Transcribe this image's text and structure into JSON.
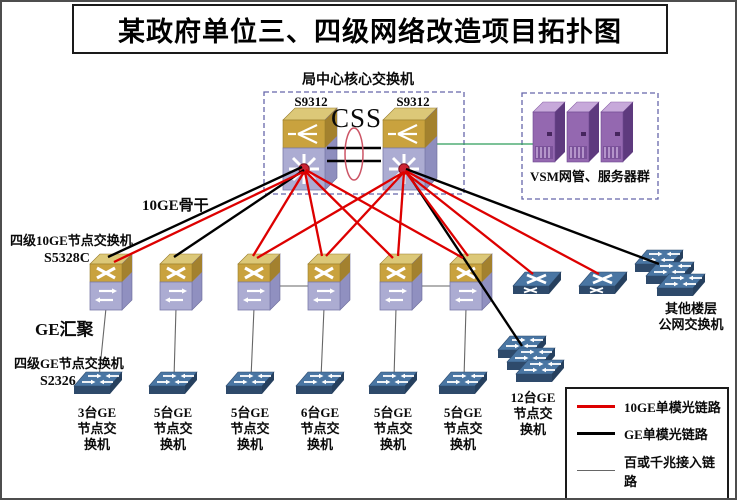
{
  "title": "某政府单位三、四级网络改造项目拓扑图",
  "core_area": {
    "label": "局中心核心交换机",
    "css_label": "CSS",
    "switch1_model": "S9312",
    "switch2_model": "S9312"
  },
  "server_area": {
    "label": "VSM网管、服务器群"
  },
  "annotations": {
    "backbone": "10GE骨干",
    "agg_layer": "四级10GE节点交换机",
    "agg_model": "S5328C",
    "ge_agg": "GE汇聚",
    "access_layer": "四级GE节点交换机",
    "access_model": "S2326"
  },
  "node_groups": {
    "g1": "3台GE\n节点交\n换机",
    "g2": "5台GE\n节点交\n换机",
    "g3": "5台GE\n节点交\n换机",
    "g4": "6台GE\n节点交\n换机",
    "g5": "5台GE\n节点交\n换机",
    "g6": "5台GE\n节点交\n换机",
    "g12": "12台GE\n节点交\n换机",
    "other_floors": "其他楼层\n公网交换机"
  },
  "legend": {
    "items": [
      {
        "label": "10GE单模光链路",
        "color": "#dd0000",
        "weight": "thick"
      },
      {
        "label": "GE单模光链路",
        "color": "#000000",
        "weight": "thick"
      },
      {
        "label": "百或千兆接入链路",
        "color": "#666666",
        "weight": "thin"
      }
    ]
  },
  "colors": {
    "link_10ge": "#dd0000",
    "link_ge": "#000000",
    "link_access": "#666666",
    "link_server": "#2f9e5a",
    "switch_top_gold": "#c9a23e",
    "switch_body_lavender": "#acacd2",
    "flat_switch_blue": "#4a76a3",
    "server_purple": "#9468b0",
    "dashed_box_blue": "#6666aa",
    "css_ellipse": "#cc5566"
  }
}
